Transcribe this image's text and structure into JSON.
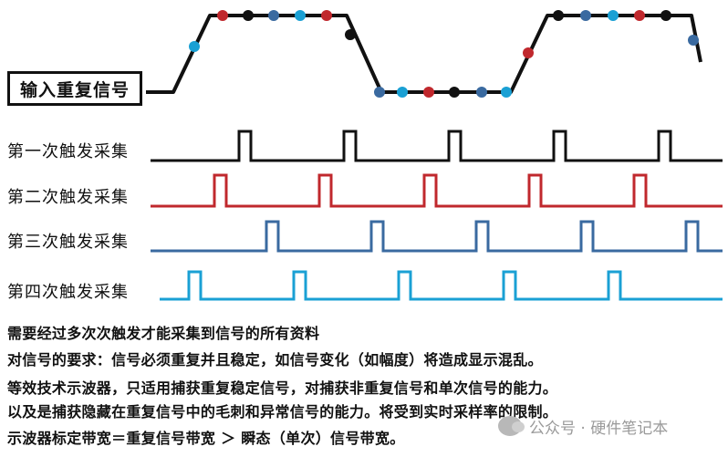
{
  "input_label": "输入重复信号",
  "rows": [
    {
      "label": "第一次触发采集",
      "color": "#111111",
      "pulses": [
        0,
        1,
        2,
        3,
        4
      ]
    },
    {
      "label": "第二次触发采集",
      "color": "#c0282d",
      "pulses": [
        0,
        1,
        2,
        3,
        4
      ]
    },
    {
      "label": "第三次触发采集",
      "color": "#3a6aa0",
      "pulses": [
        0,
        1,
        2,
        3,
        4
      ]
    },
    {
      "label": "第四次触发采集",
      "color": "#1aa0d4",
      "pulses": [
        0,
        1,
        2,
        3,
        4
      ]
    }
  ],
  "notes": [
    "需要经过多次次触发才能采集到信号的所有资料",
    "对信号的要求：信号必须重复并且稳定，如信号变化（如幅度）将造成显示混乱。",
    "等效技术示波器，只适用捕获重复稳定信号，对捕获非重复信号和单次信号的能力。",
    "以及是捕获隐藏在重复信号中的毛刺和异常信号的能力。将受到实时采样率的限制。",
    "示波器标定带宽＝重复信号带宽 ＞ 瞬态（单次）信号带宽。"
  ],
  "watermark": "公众号 · 硬件笔记本",
  "colors": {
    "black": "#111111",
    "red": "#c0282d",
    "darkblue": "#3a6aa0",
    "lightblue": "#1aa0d4"
  }
}
